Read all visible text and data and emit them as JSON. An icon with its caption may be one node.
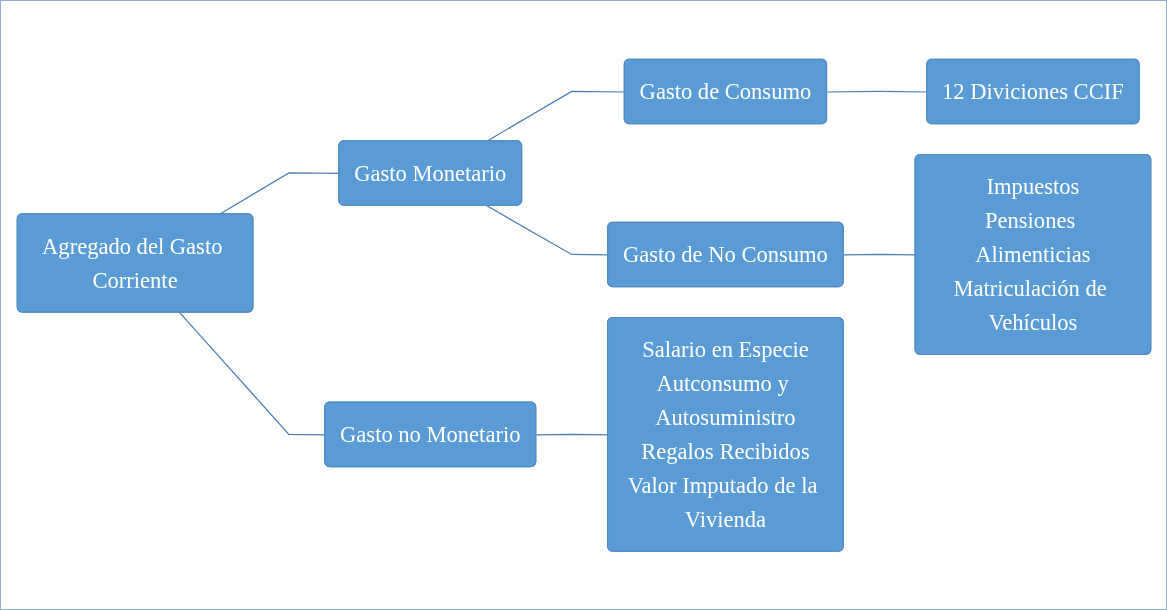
{
  "diagram": {
    "nodes": [
      {
        "text": [
          "Agregado del Gasto Corriente"
        ]
      },
      {
        "text": [
          "Gasto Monetario"
        ]
      },
      {
        "text": [
          "Gasto no Monetario"
        ]
      },
      {
        "text": [
          "Gasto de Consumo"
        ]
      },
      {
        "text": [
          "Gasto de No Consumo"
        ]
      },
      {
        "text": [
          "12 Diviciones CCIF"
        ]
      },
      {
        "text": [
          "Impuestos",
          "Pensiones Alimenticias",
          "Matriculación de Vehículos"
        ]
      },
      {
        "text": [
          "Salario en Especie",
          "Autconsumo y Autosuministro",
          "Regalos Recibidos",
          "Valor Imputado de la Vivienda"
        ]
      }
    ],
    "edges": [
      {
        "from": 0,
        "to": 1,
        "arrow": "none"
      },
      {
        "from": 0,
        "to": 2,
        "arrow": "none"
      },
      {
        "from": 1,
        "to": 3,
        "arrow": "none"
      },
      {
        "from": 1,
        "to": 4,
        "arrow": "none"
      },
      {
        "from": 3,
        "to": 5,
        "arrow": "none"
      },
      {
        "from": 4,
        "to": 6,
        "arrow": "none"
      },
      {
        "from": 2,
        "to": 7,
        "arrow": "none"
      }
    ]
  }
}
